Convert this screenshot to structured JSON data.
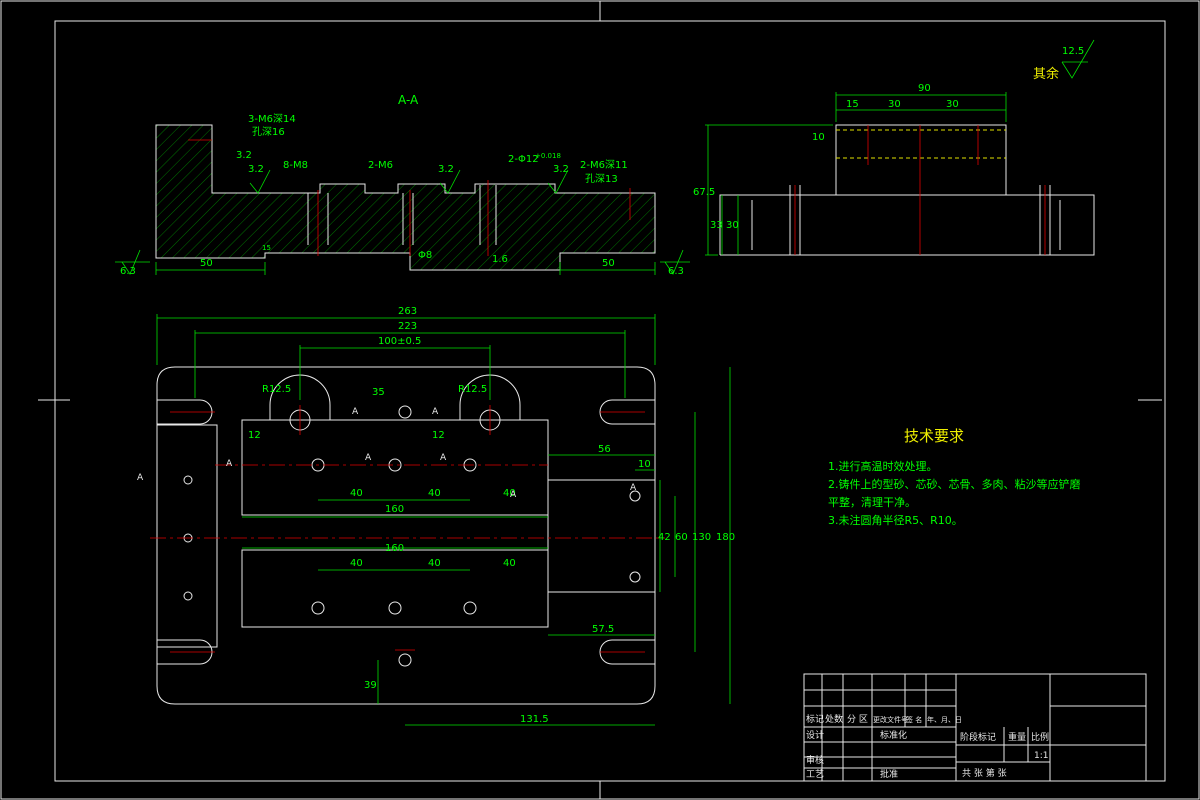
{
  "section_label": "A-A",
  "roughness_rest": {
    "symbol_value": "12.5",
    "label": "其余"
  },
  "tech_req": {
    "title": "技术要求",
    "items": [
      "1.进行高温时效处理。",
      "2.铸件上的型砂、芯砂、芯骨、多肉、粘沙等应铲磨",
      "平整，清理干净。",
      "3.未注圆角半径R5、R10。"
    ]
  },
  "section_dims": {
    "hole1a": "3-M6深14",
    "hole1b": "孔深16",
    "m8": "8-M8",
    "m6": "2-M6",
    "phi12": "2-Φ12",
    "phi12_tol": "+0.018",
    "m6b": "2-M6深11",
    "m6b_sub": "孔深13",
    "r32a": "3.2",
    "r32b": "3.2",
    "r32c": "3.2",
    "r32d": "3.2",
    "d50a": "50",
    "d50b": "50",
    "d15": "15",
    "phi8": "Φ8",
    "d16": "1.6",
    "r63a": "6.3",
    "r63b": "6.3"
  },
  "side_dims": {
    "d90": "90",
    "d15": "15",
    "d30a": "30",
    "d30b": "30",
    "d10": "10",
    "d675": "67.5",
    "d33": "33",
    "d30c": "30"
  },
  "plan_dims": {
    "d263": "263",
    "d223": "223",
    "d100": "100±0.5",
    "d35": "35",
    "r125a": "R12.5",
    "r125b": "R12.5",
    "d12a": "12",
    "d12b": "12",
    "d40a": "40",
    "d40b": "40",
    "d40c": "40",
    "d160a": "160",
    "d160b": "160",
    "d40d": "40",
    "d40e": "40",
    "d40f": "40",
    "d56": "56",
    "d10": "10",
    "d42": "42",
    "d60": "60",
    "d130": "130",
    "d180": "180",
    "d575": "57.5",
    "d39": "39",
    "d1315": "131.5",
    "a1": "A",
    "a2": "A",
    "a3": "A",
    "a4": "A",
    "a5": "A",
    "a6": "A",
    "a7": "A",
    "a8": "A"
  },
  "title_block": {
    "h1": "标记",
    "h2": "处数",
    "h3": "分 区",
    "h4": "更改文件号",
    "h5": "签 名",
    "h6": "年、月、日",
    "design": "设计",
    "standard": "标准化",
    "review": "审核",
    "process": "工艺",
    "approve": "批准",
    "stage": "阶段标记",
    "weight": "重量",
    "scale_label": "比例",
    "scale": "1:1",
    "sheets": "共  张 第  张"
  }
}
